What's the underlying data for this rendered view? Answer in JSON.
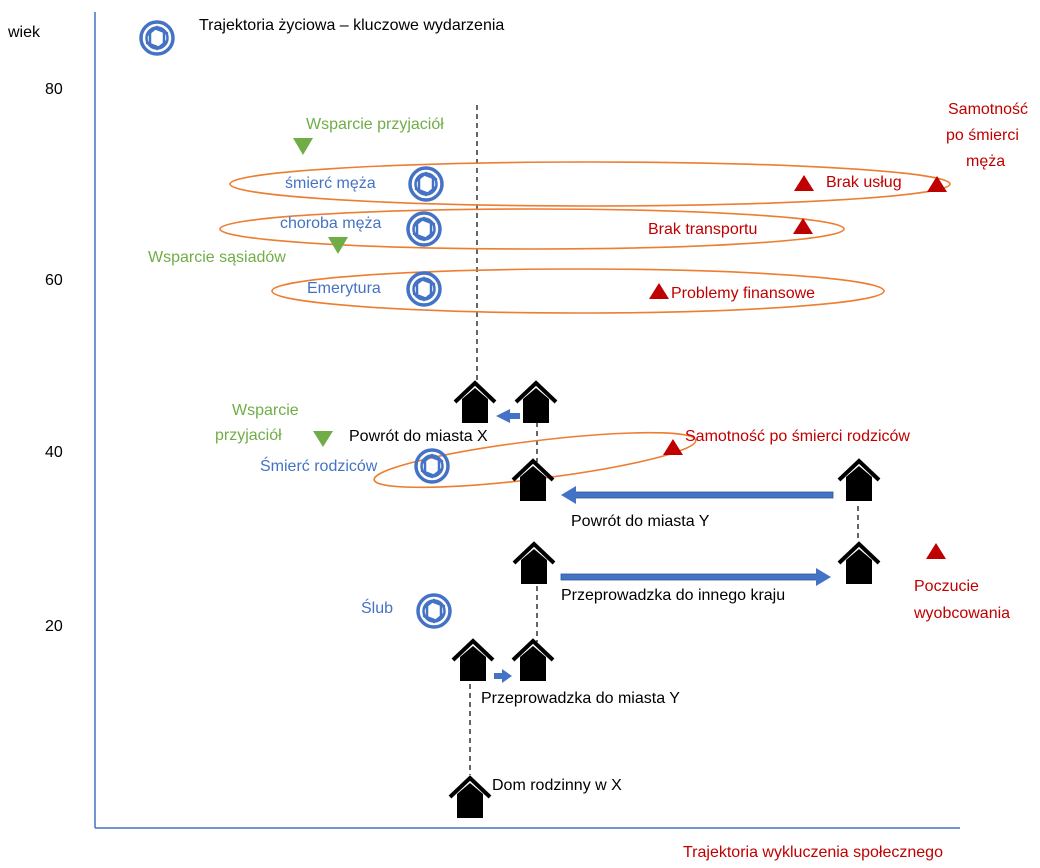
{
  "axis": {
    "y_label": "wiek",
    "y_ticks": [
      "80",
      "60",
      "40",
      "20"
    ],
    "x_label": "Trajektoria wykluczenia społecznego"
  },
  "legend": {
    "title": "Trajektoria życiowa – kluczowe wydarzenia"
  },
  "life_events": {
    "smierc_meza": "śmierć męża",
    "choroba_meza": "choroba męża",
    "emerytura": "Emerytura",
    "smierc_rodzicow": "Śmierć rodziców",
    "slub": "Ślub"
  },
  "support": {
    "wsparcie_przyjaciol_top": "Wsparcie przyjaciół",
    "wsparcie_sasiadow": "Wsparcie sąsiadów",
    "wsparcie_przyjaciol_mid_1": "Wsparcie",
    "wsparcie_przyjaciol_mid_2": "przyjaciół"
  },
  "exclusion": {
    "samotnosc_1": "Samotność",
    "samotnosc_2": "po śmierci",
    "samotnosc_3": "męża",
    "brak_uslug": "Brak usług",
    "brak_transportu": "Brak transportu",
    "problemy_finansowe": "Problemy finansowe",
    "samotnosc_rodzicow": "Samotność po śmierci rodziców",
    "poczucie_1": "Poczucie",
    "poczucie_2": "wyobcowania"
  },
  "moves": {
    "powrot_x": "Powrót do miasta X",
    "powrot_y": "Powrót do miasta Y",
    "przeprowadzka_kraj": "Przeprowadzka do innego kraju",
    "przeprowadzka_y": "Przeprowadzka do miasta Y",
    "dom_rodzinny": "Dom rodzinny w X"
  },
  "colors": {
    "life_event": "#4472C4",
    "support": "#70AD47",
    "exclusion": "#C00000",
    "ellipse": "#ED7D31",
    "axis": "#4472C4",
    "arrow": "#4472C4"
  },
  "icons": {
    "life_event": "aperture-icon",
    "support": "down-triangle-icon",
    "exclusion": "up-triangle-icon",
    "move": "house-icon"
  }
}
